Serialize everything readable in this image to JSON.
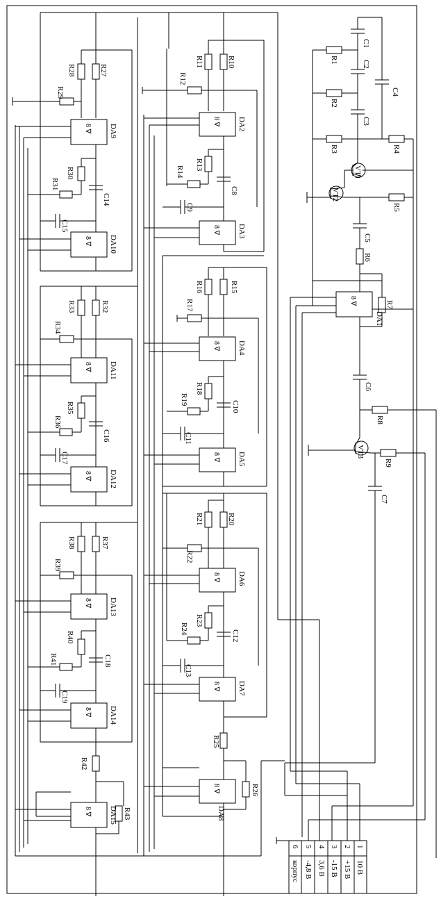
{
  "diagram": {
    "opamps": [
      "DA1",
      "DA2",
      "DA3",
      "DA4",
      "DA5",
      "DA6",
      "DA7",
      "DA8",
      "DA9",
      "DA10",
      "DA11",
      "DA12",
      "DA13",
      "DA14",
      "DA15"
    ],
    "opamp_glyph": "8 ∇",
    "transistors": [
      "VT1",
      "VT2",
      "VT3"
    ],
    "resistors": [
      "R1",
      "R2",
      "R3",
      "R4",
      "R5",
      "R6",
      "R7",
      "R8",
      "R9",
      "R10",
      "R11",
      "R12",
      "R13",
      "R14",
      "R15",
      "R16",
      "R17",
      "R18",
      "R19",
      "R20",
      "R21",
      "R22",
      "R23",
      "R24",
      "R25",
      "R26",
      "R27",
      "R28",
      "R29",
      "R30",
      "R31",
      "R32",
      "R33",
      "R34",
      "R35",
      "R36",
      "R37",
      "R38",
      "R39",
      "R40",
      "R41",
      "R42",
      "R43"
    ],
    "capacitors": [
      "C1",
      "C2",
      "C3",
      "C4",
      "C5",
      "C6",
      "C7",
      "C8",
      "C9",
      "C10",
      "C11",
      "C12",
      "C13",
      "C14",
      "C15",
      "C16",
      "C17",
      "C18",
      "C19"
    ],
    "connector": {
      "pins": [
        "1",
        "2",
        "3",
        "4",
        "5",
        "6"
      ],
      "signals": [
        "10 В",
        "+15 В",
        "-15 В",
        "3,6 В",
        "-4,8 В",
        "корпус"
      ]
    }
  }
}
